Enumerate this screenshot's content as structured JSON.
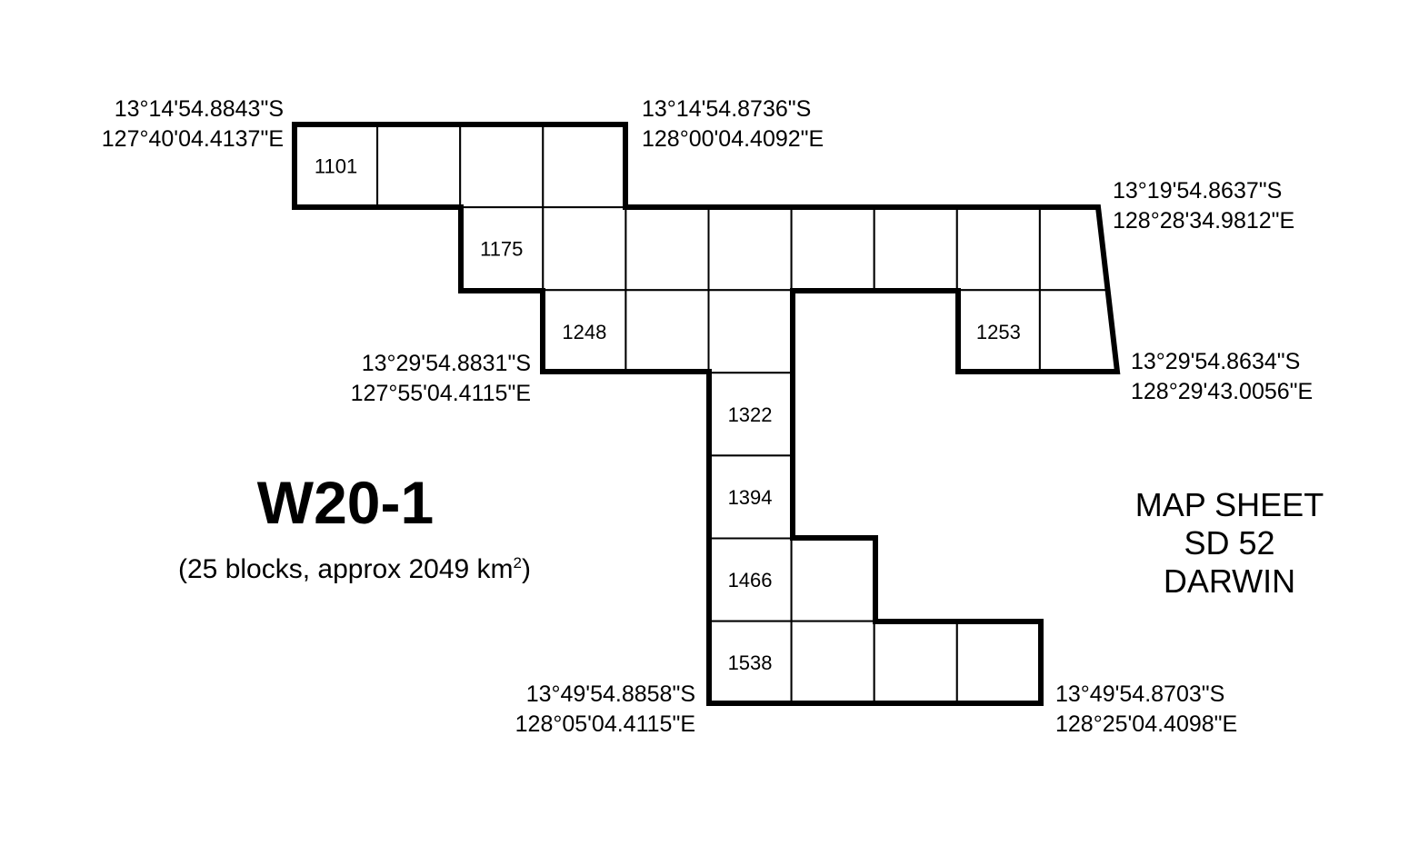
{
  "block_labels": [
    {
      "col": 0,
      "row": 0,
      "label": "1101"
    },
    {
      "col": 2,
      "row": 1,
      "label": "1175"
    },
    {
      "col": 3,
      "row": 2,
      "label": "1248"
    },
    {
      "col": 8,
      "row": 2,
      "label": "1253"
    },
    {
      "col": 5,
      "row": 3,
      "label": "1322"
    },
    {
      "col": 5,
      "row": 4,
      "label": "1394"
    },
    {
      "col": 5,
      "row": 5,
      "label": "1466"
    },
    {
      "col": 5,
      "row": 6,
      "label": "1538"
    }
  ],
  "blocks": [
    [
      0,
      0
    ],
    [
      1,
      0
    ],
    [
      2,
      0
    ],
    [
      3,
      0
    ],
    [
      2,
      1
    ],
    [
      3,
      1
    ],
    [
      4,
      1
    ],
    [
      5,
      1
    ],
    [
      6,
      1
    ],
    [
      7,
      1
    ],
    [
      8,
      1
    ],
    [
      9,
      1
    ],
    [
      3,
      2
    ],
    [
      4,
      2
    ],
    [
      5,
      2
    ],
    [
      8,
      2
    ],
    [
      9,
      2
    ],
    [
      5,
      3
    ],
    [
      5,
      4
    ],
    [
      5,
      5
    ],
    [
      6,
      5
    ],
    [
      5,
      6
    ],
    [
      6,
      6
    ],
    [
      7,
      6
    ],
    [
      8,
      6
    ]
  ],
  "coordinates": {
    "top_left": {
      "lat": "13°14'54.8843\"S",
      "lon": "127°40'04.4137\"E"
    },
    "top_mid": {
      "lat": "13°14'54.8736\"S",
      "lon": "128°00'04.4092\"E"
    },
    "upper_right": {
      "lat": "13°19'54.8637\"S",
      "lon": "128°28'34.9812\"E"
    },
    "mid_left": {
      "lat": "13°29'54.8831\"S",
      "lon": "127°55'04.4115\"E"
    },
    "mid_right": {
      "lat": "13°29'54.8634\"S",
      "lon": "128°29'43.0056\"E"
    },
    "bottom_left": {
      "lat": "13°49'54.8858\"S",
      "lon": "128°05'04.4115\"E"
    },
    "bottom_right": {
      "lat": "13°49'54.8703\"S",
      "lon": "128°25'04.4098\"E"
    }
  },
  "title": "W20-1",
  "subtitle": {
    "text": "(25 blocks, approx 2049 km",
    "superscript": "2",
    "close": ")"
  },
  "map_sheet": {
    "line1": "MAP SHEET",
    "line2": "SD 52",
    "line3": "DARWIN"
  }
}
